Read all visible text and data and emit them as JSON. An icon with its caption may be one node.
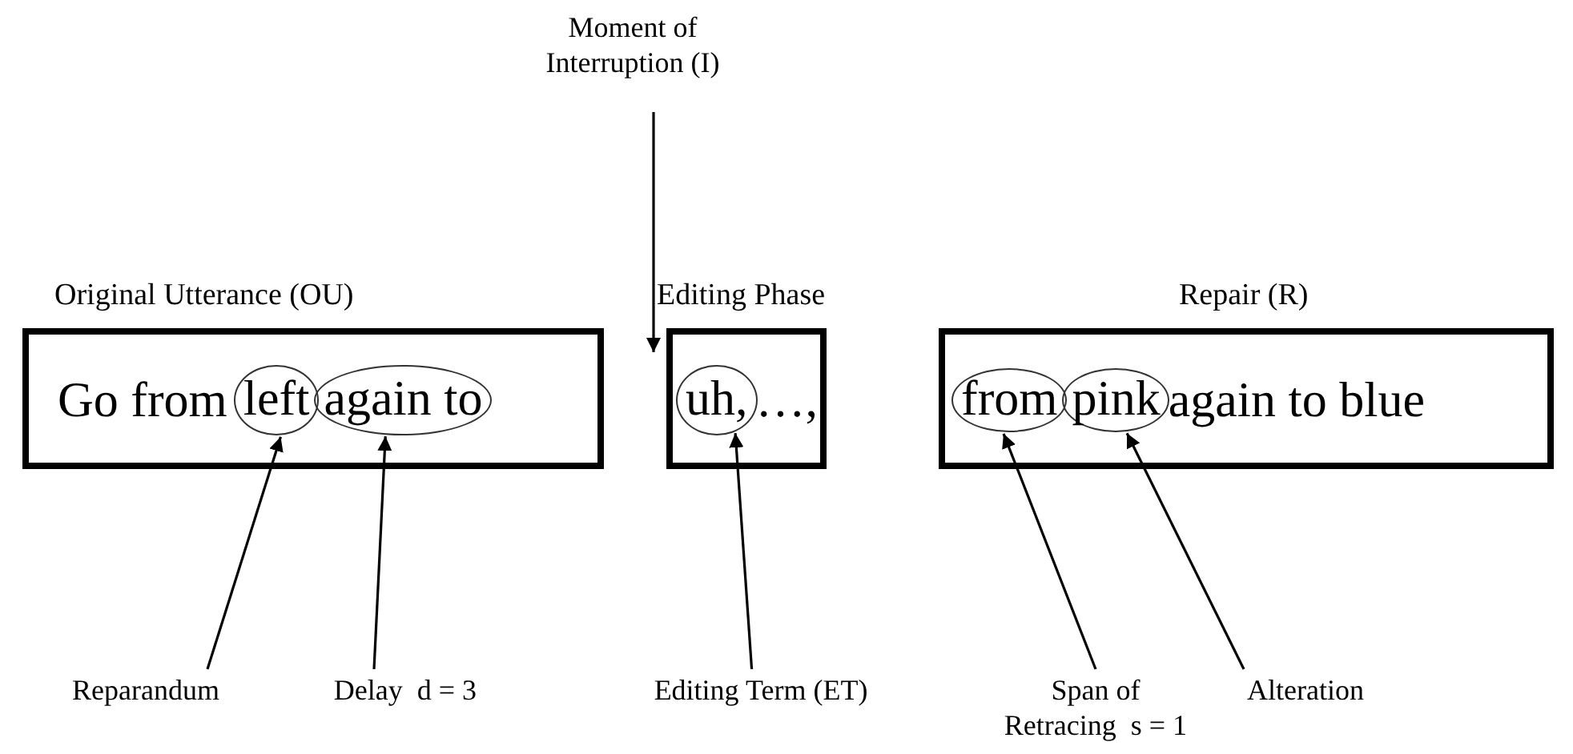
{
  "diagram": {
    "nodes": [
      {
        "text": [
          "Original Utterance (OU)",
          "Go from"
        ]
      },
      {
        "text": [
          "left"
        ],
        "in": 0
      },
      {
        "text": [
          "again to"
        ],
        "in": 0
      },
      {
        "text": [
          "Editing Phase",
          "…,"
        ]
      },
      {
        "text": [
          "uh,"
        ],
        "in": 3
      },
      {
        "text": [
          "Repair (R)",
          "again to blue"
        ]
      },
      {
        "text": [
          "from"
        ],
        "in": 5
      },
      {
        "text": [
          "pink"
        ],
        "in": 5
      },
      {
        "text": [
          "Moment of Interruption (I)"
        ]
      },
      {
        "text": [
          "Reparandum"
        ]
      },
      {
        "text": [
          "Delay  d = 3"
        ]
      },
      {
        "text": [
          "Editing Term (ET)"
        ]
      },
      {
        "text": [
          "Span of Retracing  s = 1"
        ]
      },
      {
        "text": [
          "Alteration"
        ]
      }
    ],
    "edges": [
      {
        "from": 8,
        "to": 3,
        "arrow": "to"
      },
      {
        "from": 9,
        "to": 1,
        "arrow": "to"
      },
      {
        "from": 10,
        "to": 2,
        "arrow": "to"
      },
      {
        "from": 11,
        "to": 4,
        "arrow": "to"
      },
      {
        "from": 12,
        "to": 6,
        "arrow": "to"
      },
      {
        "from": 13,
        "to": 7,
        "arrow": "to"
      }
    ]
  }
}
